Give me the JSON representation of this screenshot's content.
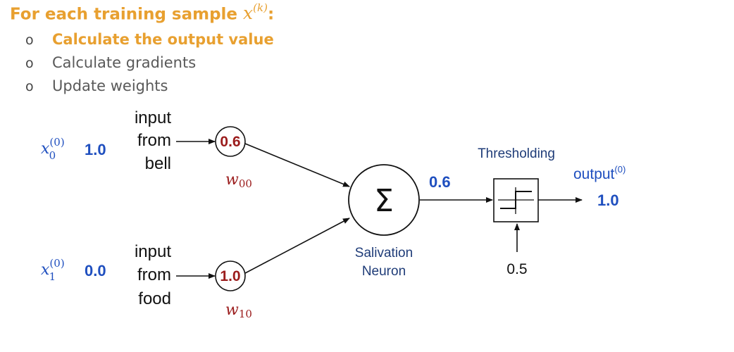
{
  "heading": {
    "prefix": "For each training sample ",
    "var": "x",
    "sup": "(k)",
    "suffix": ":"
  },
  "steps": [
    {
      "label": "Calculate the output value",
      "active": true
    },
    {
      "label": "Calculate gradients",
      "active": false
    },
    {
      "label": "Update weights",
      "active": false
    }
  ],
  "bullet_glyph": "o",
  "inputs": [
    {
      "var": "x",
      "sub": "0",
      "sup": "(0)",
      "value": "1.0",
      "label_lines": [
        "input",
        "from",
        "bell"
      ],
      "weight": "0.6",
      "weight_var": "w",
      "weight_sub": "00"
    },
    {
      "var": "x",
      "sub": "1",
      "sup": "(0)",
      "value": "0.0",
      "label_lines": [
        "input",
        "from",
        "food"
      ],
      "weight": "1.0",
      "weight_var": "w",
      "weight_sub": "10"
    }
  ],
  "neuron": {
    "symbol": "Σ",
    "label_lines": [
      "Salivation",
      "Neuron"
    ]
  },
  "sum_value": "0.6",
  "threshold": {
    "title": "Thresholding",
    "value": "0.5"
  },
  "output": {
    "label": "output",
    "sup": "(0)",
    "value": "1.0"
  },
  "colors": {
    "accent": "#e8a030",
    "input_blue": "#1f4fbf",
    "weight_red": "#9b1c1c",
    "label_navy": "#1f3c78"
  }
}
